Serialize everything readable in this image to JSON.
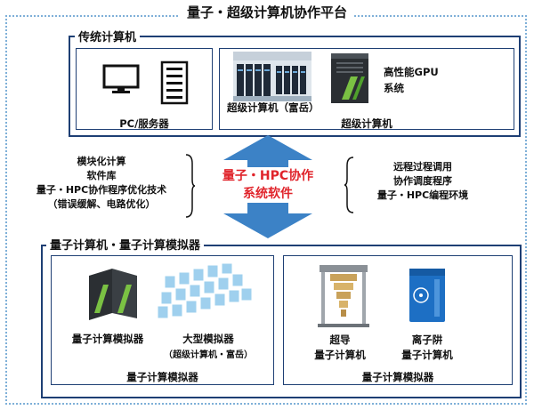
{
  "title": "量子・超级计算机协作平台",
  "classical": {
    "heading": "传统计算机",
    "pc_label": "PC/服务器",
    "fugaku_label": "超级计算机（富岳）",
    "gpu_label_1": "高性能GPU",
    "gpu_label_2": "系统",
    "super_label": "超级计算机"
  },
  "middle": {
    "center_line_1": "量子・HPC协作",
    "center_line_2": "系统软件",
    "left_lines": [
      "模块化计算",
      "软件库",
      "量子・HPC协作程序优化技术",
      "（错误缓解、电路优化）"
    ],
    "right_lines": [
      "远程过程调用",
      "协作调度程序",
      "量子・HPC编程环境"
    ]
  },
  "quantum": {
    "heading": "量子计算机・量子计算模拟器",
    "sim_label": "量子计算模拟器",
    "large_sim_label": "大型模拟器",
    "large_sim_sub": "（超级计算机・富岳）",
    "group_left_label": "量子计算模拟器",
    "sc_label_1": "超导",
    "sc_label_2": "量子计算机",
    "ion_label_1": "离子阱",
    "ion_label_2": "量子计算机",
    "group_right_label": "量子计算模拟器"
  },
  "colors": {
    "frame": "#1e3f74",
    "arrow": "#3c82c6",
    "accent": "#e0242b"
  }
}
